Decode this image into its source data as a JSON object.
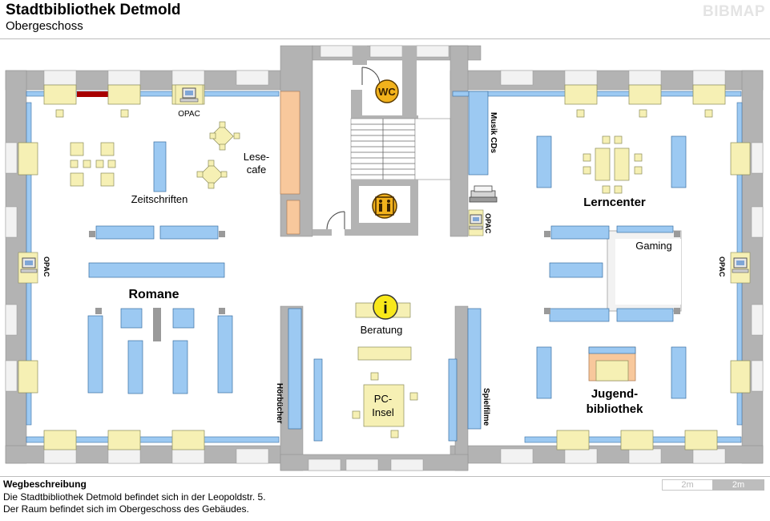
{
  "header": {
    "title": "Stadtbibliothek Detmold",
    "subtitle": "Obergeschoss",
    "logo": "BIBMAP"
  },
  "map": {
    "colors": {
      "wall": "#b3b3b3",
      "wall_light": "#d9d9d9",
      "window": "#f5f5f5",
      "shelf": "#9cc9f2",
      "shelf_stroke": "#3a6fa3",
      "furniture": "#f6f0b4",
      "furniture_stroke": "#8c8c5a",
      "cafe_counter": "#f8c89c",
      "red_bar": "#a80000"
    },
    "labels": {
      "zeitschriften": "Zeitschriften",
      "lesecafe_1": "Lese-",
      "lesecafe_2": "cafe",
      "romane": "Romane",
      "beratung": "Beratung",
      "pcinsel_1": "PC-",
      "pcinsel_2": "Insel",
      "lerncenter": "Lerncenter",
      "gaming": "Gaming",
      "jugend_1": "Jugend-",
      "jugend_2": "bibliothek",
      "musik_cds": "Musik CDs",
      "hoerbuecher": "Hörbücher",
      "spielfilme": "Spielfilme",
      "opac_top": "OPAC",
      "opac_left": "OPAC",
      "opac_right": "OPAC",
      "opac_center": "OPAC"
    },
    "icons": {
      "wc": "WC",
      "info": "i",
      "elevator": "elevator-icon",
      "computer": "computer-icon",
      "printer": "printer-icon"
    }
  },
  "footer": {
    "heading": "Wegbeschreibung",
    "line1": "Die Stadtbibliothek Detmold befindet sich in der Leopoldstr. 5.",
    "line2": "Der Raum befindet sich im Obergeschoss des Gebäudes.",
    "scale_left": "2m",
    "scale_right": "2m"
  }
}
